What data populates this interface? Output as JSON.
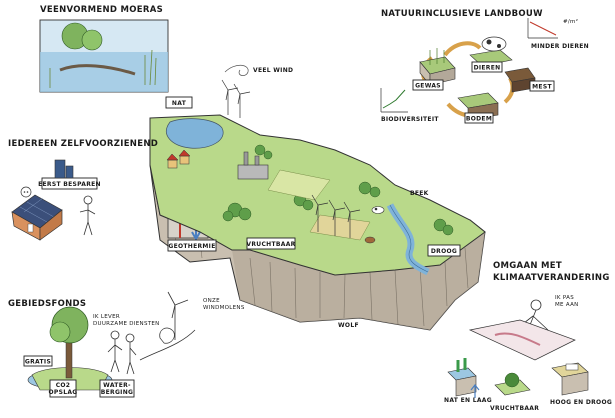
{
  "panels": {
    "moeras": {
      "title": "VEENVORMEND MOERAS"
    },
    "landbouw": {
      "title": "NATUURINCLUSIEVE LANDBOUW",
      "labels": {
        "gewas": "GEWAS",
        "dieren": "DIEREN",
        "mest": "MEST",
        "bodem": "BODEM",
        "minder_dieren": "MINDER DIEREN",
        "per_m2": "#/m²",
        "biodiversiteit": "BIODIVERSITEIT"
      }
    },
    "zelfvoorzienend": {
      "title": "IEDEREEN ZELFVOORZIENEND",
      "sign": "EERST BESPAREN"
    },
    "gebiedsfonds": {
      "title": "GEBIEDSFONDS",
      "quote": [
        "IK LEVER",
        "DUURZAME DIENSTEN"
      ],
      "windmolens": [
        "ONZE",
        "WINDMOLENS"
      ],
      "tags": {
        "gratis": "GRATIS",
        "co2": [
          "CO2",
          "OPSLAG"
        ],
        "water": [
          "WATER-",
          "BERGING"
        ]
      }
    },
    "klimaat": {
      "title": [
        "OMGAAN MET",
        "KLIMAATVERANDERING"
      ],
      "quote": [
        "IK PAS",
        "ME AAN"
      ],
      "labels": {
        "nat_laag": "NAT EN LAAG",
        "vruchtbaar": "VRUCHTBAAR",
        "hoog_droog": "HOOG EN DROOG"
      }
    }
  },
  "map": {
    "labels": {
      "nat": "NAT",
      "veel_wind": "VEEL WIND",
      "beek": "BEEK",
      "geothermie": "GEOTHERMIE",
      "vruchtbaar": "VRUCHTBAAR",
      "droog": "DROOG",
      "wolf": "WOLF"
    }
  },
  "colors": {
    "grass": "#b9d98a",
    "water": "#7fb3d9",
    "soil": "#c9bfb0",
    "accent_red": "#c0392b"
  }
}
